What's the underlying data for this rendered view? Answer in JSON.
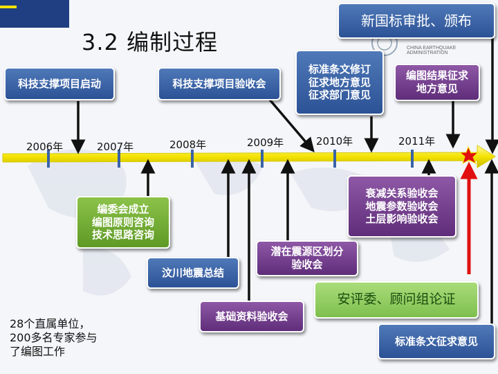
{
  "title": "3.2 编制过程",
  "logo_text": "CHINA EARTHQUAKE ADMINISTRATION",
  "years": [
    "2006年",
    "2007年",
    "2008年",
    "2009年",
    "2010年",
    "2011年"
  ],
  "boxes": {
    "kickoff": [
      "科技支撑项目启动"
    ],
    "acceptance": [
      "科技支撑项目验收会"
    ],
    "revise": [
      "标准条文修订",
      "征求地方意见",
      "征求部门意见"
    ],
    "results": [
      "编图结果征求",
      "地方意见"
    ],
    "approve": [
      "新国标审批、颁布"
    ],
    "committee": [
      "编委会成立",
      "编图原则咨询",
      "技术思路咨询"
    ],
    "wenchuan": [
      "汶川地震总结"
    ],
    "basic": [
      "基础资料验收会"
    ],
    "zones": [
      "潜在震源区划分",
      "验收会"
    ],
    "attenuation": [
      "衰减关系验收会",
      "地震参数验收会",
      "土层影响验收会"
    ],
    "review": [
      "安评委、顾问组论证"
    ],
    "opinion": [
      "标准条文征求意见"
    ]
  },
  "note": [
    "28个直属单位，",
    "200多名专家参与",
    "了编图工作"
  ],
  "colors": {
    "blue": "#3a64a8",
    "green": "#74ad35",
    "purple": "#743f8f",
    "light_green": "#95cf62",
    "timeline": "#f4e300",
    "red_arrow": "#e01010",
    "header_dark": "#1f3f82"
  }
}
